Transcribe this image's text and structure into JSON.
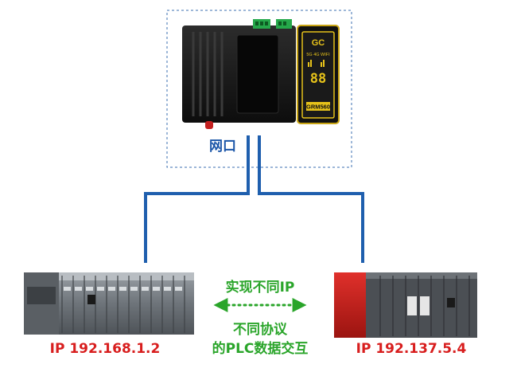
{
  "gateway": {
    "port_label": "网口",
    "brand": "GC",
    "signal_text": "5G 4G WIFI",
    "display_text": "88",
    "model": "GRM560"
  },
  "plc_left": {
    "ip_label": "IP 192.168.1.2"
  },
  "plc_right": {
    "ip_label": "IP 192.137.5.4"
  },
  "link": {
    "line1": "实现不同IP",
    "line2": "不同协议",
    "line3": "的PLC数据交互"
  },
  "colors": {
    "network_line": "#1f5fae",
    "ip_label": "#d81e1e",
    "link_text": "#2aa52a",
    "port_label": "#1a55a8",
    "gateway_accent": "#e6c21a"
  }
}
